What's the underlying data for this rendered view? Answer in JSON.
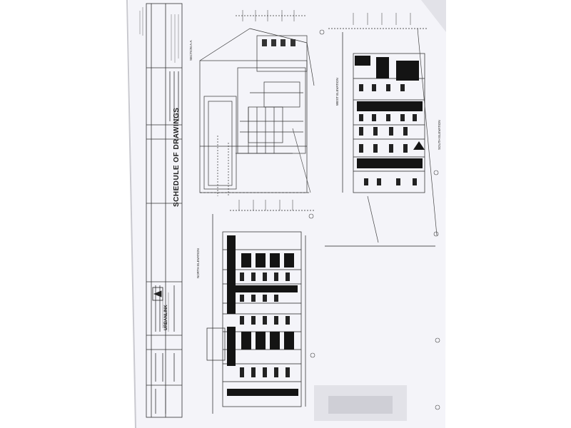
{
  "document": {
    "sheet_title": "SCHEDULE OF DRAWINGS",
    "logo_text": "URBANLINK",
    "views": [
      {
        "key": "section",
        "label": "SECTION A-A"
      },
      {
        "key": "west",
        "label": "WEST ELEVATION"
      },
      {
        "key": "north",
        "label": "NORTH ELEVATION"
      },
      {
        "key": "south",
        "label": "SOUTH ELEVATION"
      }
    ]
  },
  "colors": {
    "page": "#ffffff",
    "paper": "#f4f4f9",
    "ink": "#1a1a1a",
    "fold_shadow": "#d9d9df"
  }
}
